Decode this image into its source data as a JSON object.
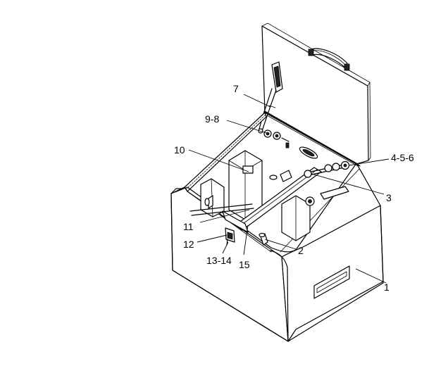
{
  "callouts": [
    {
      "id": "1",
      "text": "1"
    },
    {
      "id": "2",
      "text": "2"
    },
    {
      "id": "3",
      "text": "3"
    },
    {
      "id": "4-5-6",
      "text": "4-5-6"
    },
    {
      "id": "7",
      "text": "7"
    },
    {
      "id": "9-8",
      "text": "9-8"
    },
    {
      "id": "10",
      "text": "10"
    },
    {
      "id": "11",
      "text": "11"
    },
    {
      "id": "12",
      "text": "12"
    },
    {
      "id": "13-14",
      "text": "13-14"
    },
    {
      "id": "15",
      "text": "15"
    }
  ]
}
